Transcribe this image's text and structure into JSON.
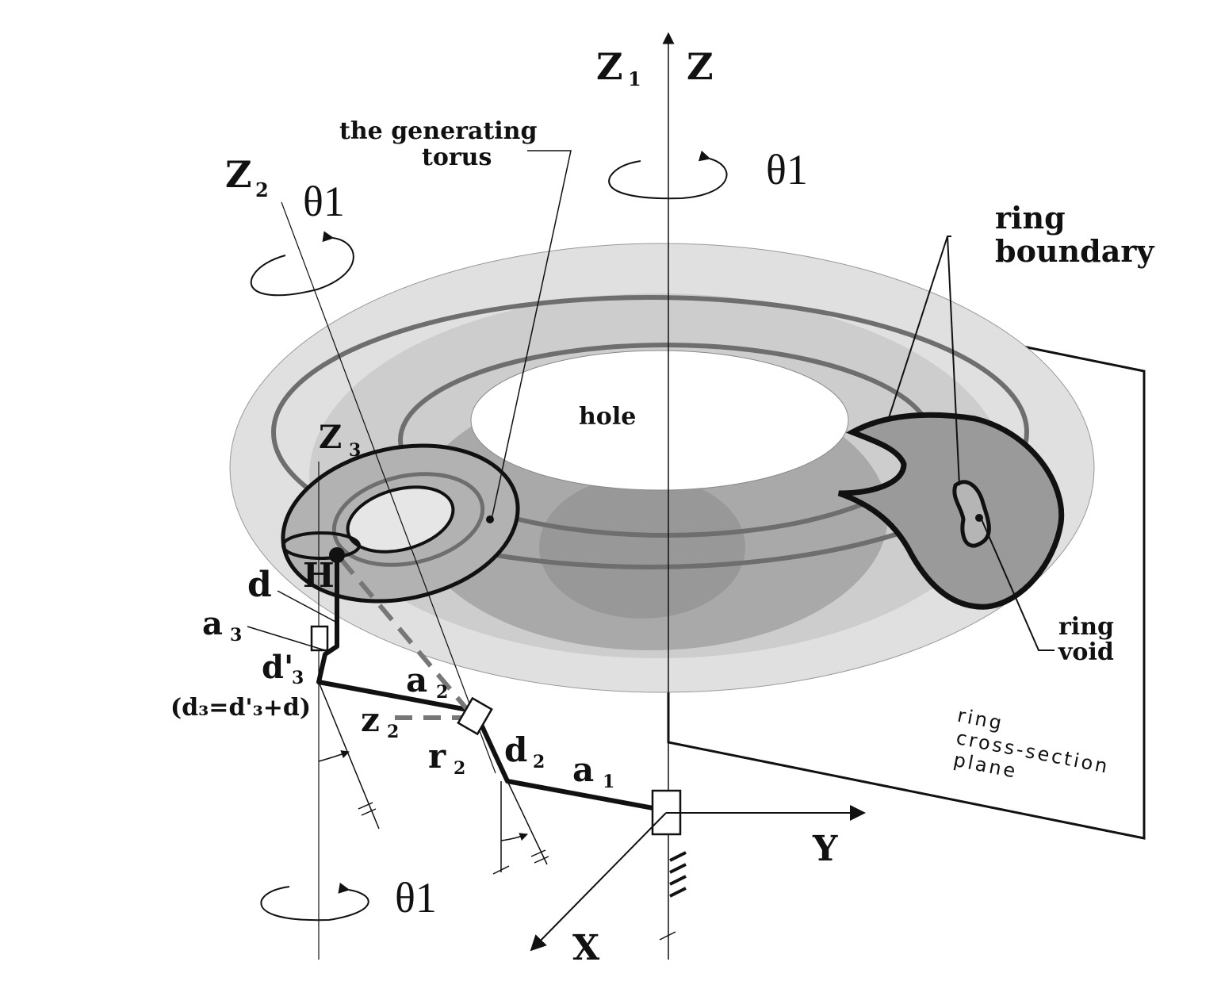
{
  "labels": {
    "z1": "Z",
    "z1_sub": "1",
    "z": "Z",
    "z2_axis": "Z",
    "z2_axis_sub": "2",
    "z3": "Z",
    "z3_sub": "3",
    "theta_top": "θ1",
    "theta_left": "θ1",
    "theta_bottom": "θ1",
    "gen_line1": "the   generating",
    "gen_line2": "torus",
    "ring_boundary_1": "ring",
    "ring_boundary_2": "boundary",
    "hole": "hole",
    "ring_void_1": "ring",
    "ring_void_2": "void",
    "cross_1": "ring",
    "cross_2": "cross-section",
    "cross_3": "plane",
    "h": "H",
    "d": "d",
    "a3": "a",
    "a3_sub": "3",
    "d3p": "d'",
    "d3p_sub": "3",
    "formula": "(d₃=d'₃+d)",
    "a2": "a",
    "a2_sub": "2",
    "z2": "z",
    "z2_sub": "2",
    "r2": "r",
    "r2_sub": "2",
    "d2": "d",
    "d2_sub": "2",
    "a1": "a",
    "a1_sub": "1",
    "y": "Y",
    "x": "X"
  },
  "colors": {
    "outer_torus": "#dcdcdc",
    "mid_torus": "#bdbdbd",
    "inner_torus": "#a8a8a8",
    "ring_section": "#8f8f8f",
    "grey_track": "#707070",
    "ink": "#111111"
  }
}
